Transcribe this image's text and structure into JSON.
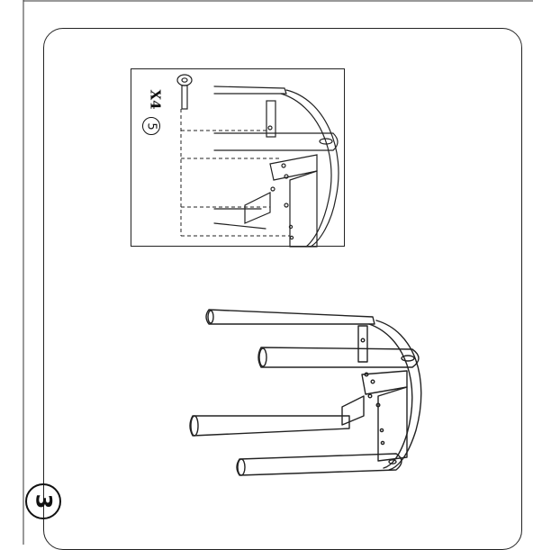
{
  "step": {
    "number": "3"
  },
  "detail": {
    "part_number": "5",
    "quantity": "X4",
    "part_icon": "bolt-icon"
  },
  "colors": {
    "line": "#222222",
    "background": "#ffffff"
  }
}
